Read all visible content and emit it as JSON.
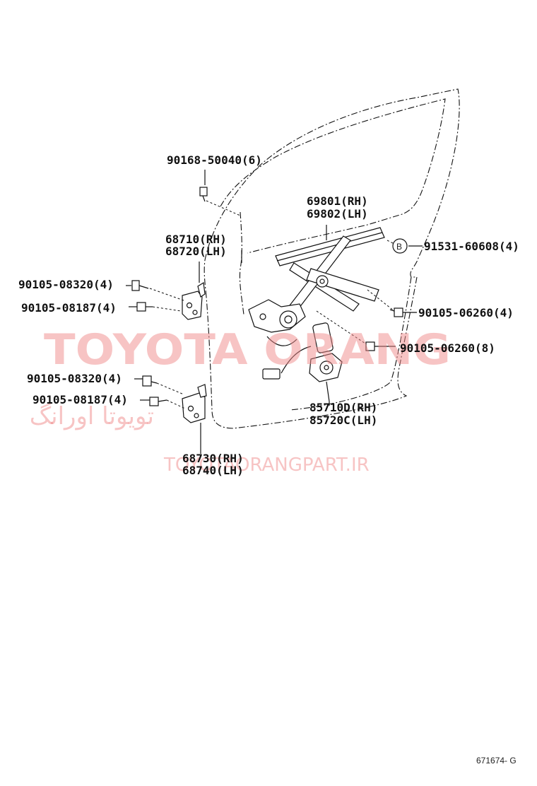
{
  "labels": {
    "bolt_top": "90168-50040(6)",
    "regulator_rh": "69801(RH)",
    "regulator_lh": "69802(LH)",
    "upper_hinge_rh": "68710(RH)",
    "upper_hinge_lh": "68720(LH)",
    "clip_b": "91531-60608(4)",
    "bolt_upper_1": "90105-08320(4)",
    "bolt_upper_2": "90105-08187(4)",
    "bolt_reg": "90105-06260(4)",
    "bolt_motor": "90105-06260(8)",
    "bolt_lower_1": "90105-08320(4)",
    "bolt_lower_2": "90105-08187(4)",
    "motor_rh": "85710D(RH)",
    "motor_lh": "85720C(LH)",
    "lower_hinge_rh": "68730(RH)",
    "lower_hinge_lh": "68740(LH)",
    "clip_symbol": "B",
    "diagram_code": "671674- G"
  },
  "watermark": {
    "brand": "TOYOTA ORANG",
    "persian": "تویوتا اورانگ",
    "site": "TOYOTAORANGPART.IR",
    "color": "#f08a8a"
  }
}
